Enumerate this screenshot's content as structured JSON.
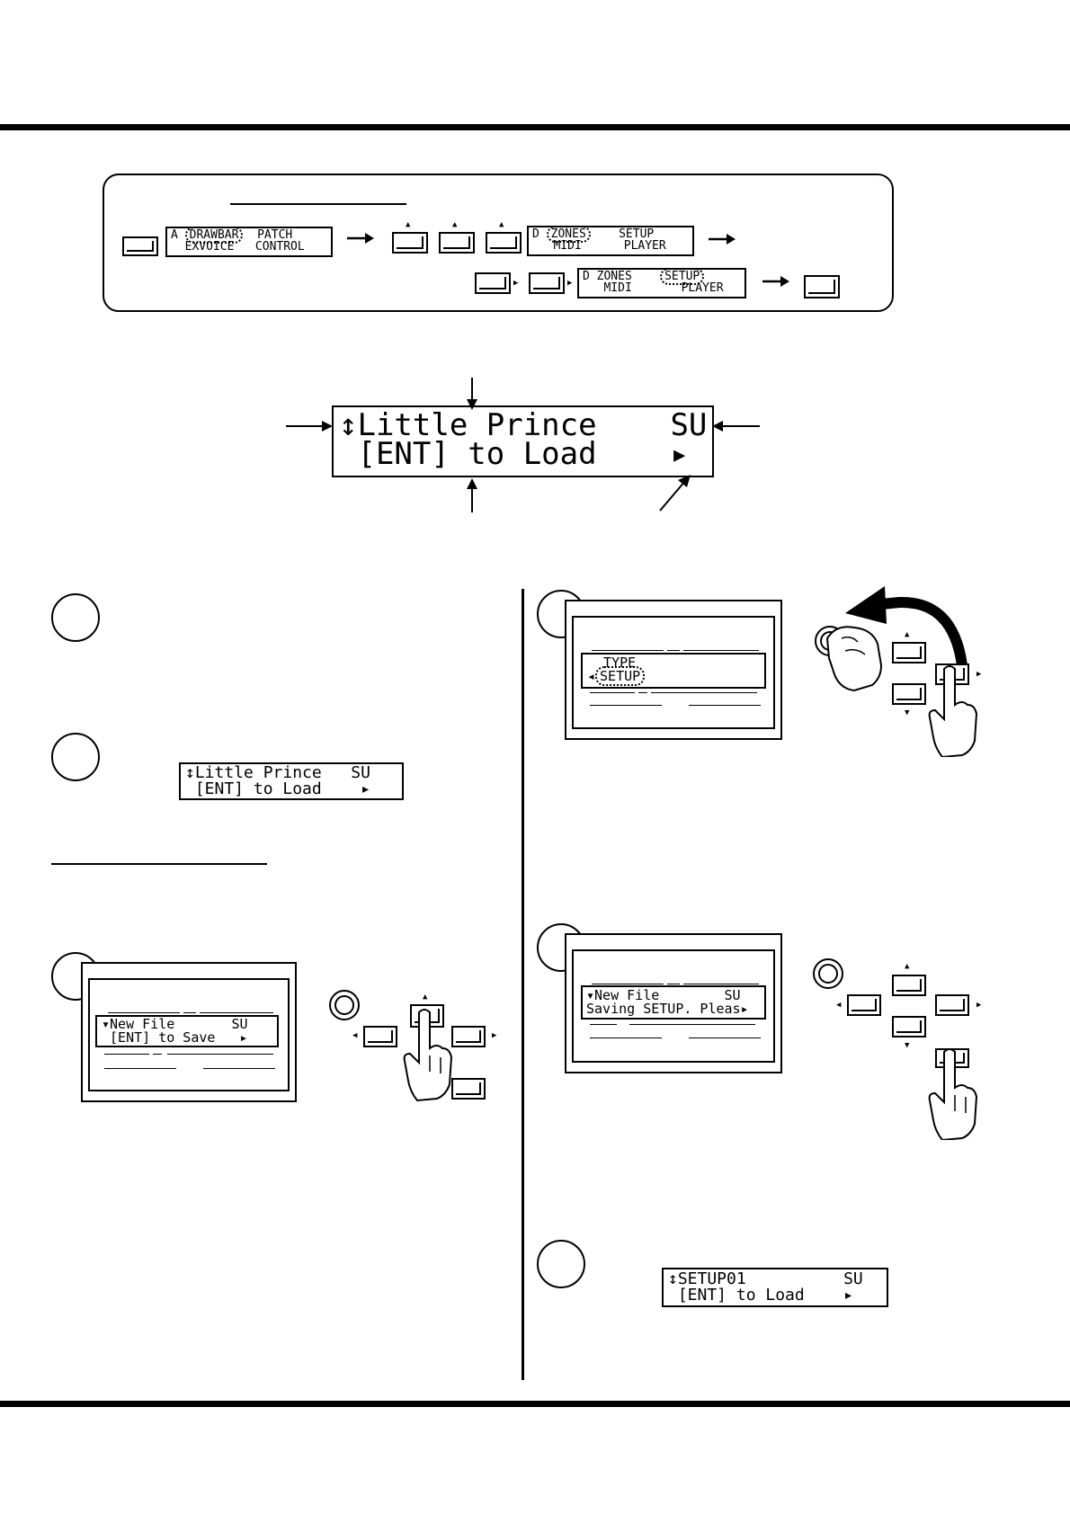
{
  "mode_bar": {
    "lcd_a": {
      "line1_pre": "A ",
      "line1_hl": "DRAWBAR",
      "line1_post": "  PATCH",
      "line2": "  EXVOICE   CONTROL"
    },
    "lcd_d1": {
      "line1_pre": "D ",
      "line1_hl": "ZONES",
      "line1_post": "    SETUP",
      "line2": "   MIDI      PLAYER"
    },
    "lcd_d2": {
      "line1_pre": "D ZONES    ",
      "line1_hl": "SETUP",
      "line2": "   MIDI       PLAYER"
    }
  },
  "big_lcd": {
    "line1": "↕Little Prince    SU",
    "line2": " [ENT] to Load    ▸"
  },
  "step2_lcd": {
    "line1": "↕Little Prince   SU",
    "line2": " [ENT] to Load    ▸"
  },
  "step3_lcd": {
    "line1": "▾New File       SU",
    "line2": " [ENT] to Save   ▸"
  },
  "step4_lcd": {
    "line1": "  TYPE",
    "line2_pre": "◂",
    "line2_hl": "SETUP"
  },
  "step5_lcd": {
    "line1": "▾New File        SU",
    "line2": "Saving SETUP. Pleas▸"
  },
  "step6_lcd": {
    "line1": "↕SETUP01          SU",
    "line2": " [ENT] to Load    ▸"
  }
}
